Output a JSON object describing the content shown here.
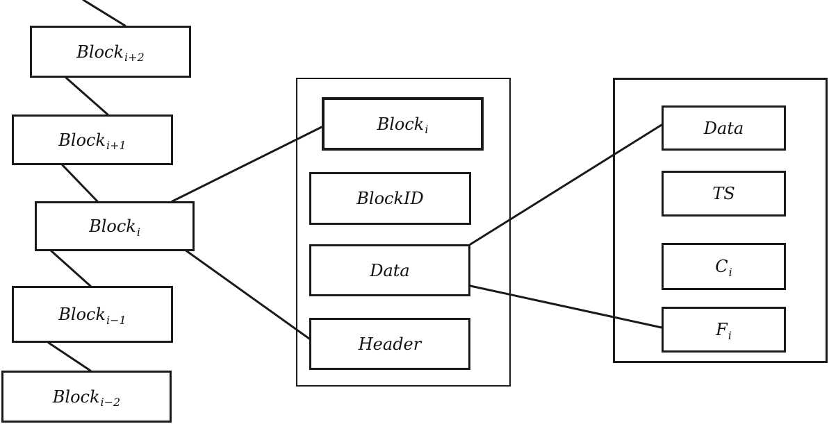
{
  "chain": {
    "block_i_plus_2": {
      "base": "Block",
      "sub": "i+2"
    },
    "block_i_plus_1": {
      "base": "Block",
      "sub": "i+1"
    },
    "block_i": {
      "base": "Block",
      "sub": "i"
    },
    "block_i_minus_1": {
      "base": "Block",
      "sub": "i−1"
    },
    "block_i_minus_2": {
      "base": "Block",
      "sub": "i−2"
    }
  },
  "block_detail": {
    "title_block": {
      "base": "Block",
      "sub": "i"
    },
    "block_id": "BlockID",
    "data": "Data",
    "header": "Header"
  },
  "data_detail": {
    "data": "Data",
    "ts": "TS",
    "c": {
      "base": "C",
      "sub": "i"
    },
    "f": {
      "base": "F",
      "sub": "i"
    }
  },
  "colors": {
    "stroke": "#1a1a1a",
    "background": "#ffffff"
  }
}
